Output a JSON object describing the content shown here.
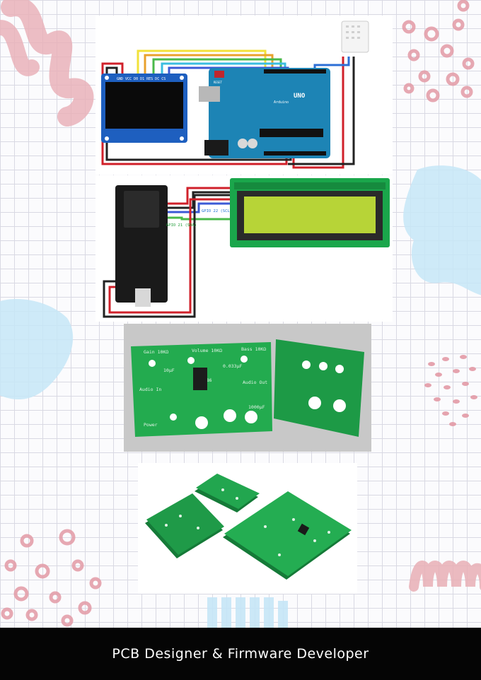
{
  "footer": {
    "title": "PCB Designer & Firmware Developer"
  },
  "oled_circuit": {
    "pin_labels": "GND VCC D0 D1 RES DC CS",
    "board_label": "UNO",
    "board_brand": "Arduino",
    "reset_label": "RESET"
  },
  "esp32_circuit": {
    "gpio22_label": "GPIO 22 (SCL)",
    "gpio21_label": "GPIO 21 (SDA)"
  },
  "audio_pcb": {
    "gain": "Gain 10KΩ",
    "volume": "Volume 10KΩ",
    "bass": "Bass 10KΩ",
    "c1": "0.033μF",
    "audio_in": "Audio In",
    "audio_out": "Audio Out",
    "c2": "10μF",
    "c3": "1000μF",
    "chip": "LM386",
    "power": "Power"
  },
  "colors": {
    "arduino": "#1d84b5",
    "pcb_green": "#1aa64b",
    "lcd": "#b7d437",
    "decor_pink": "#e8a5ad",
    "decor_blue": "#bfe3f6"
  }
}
